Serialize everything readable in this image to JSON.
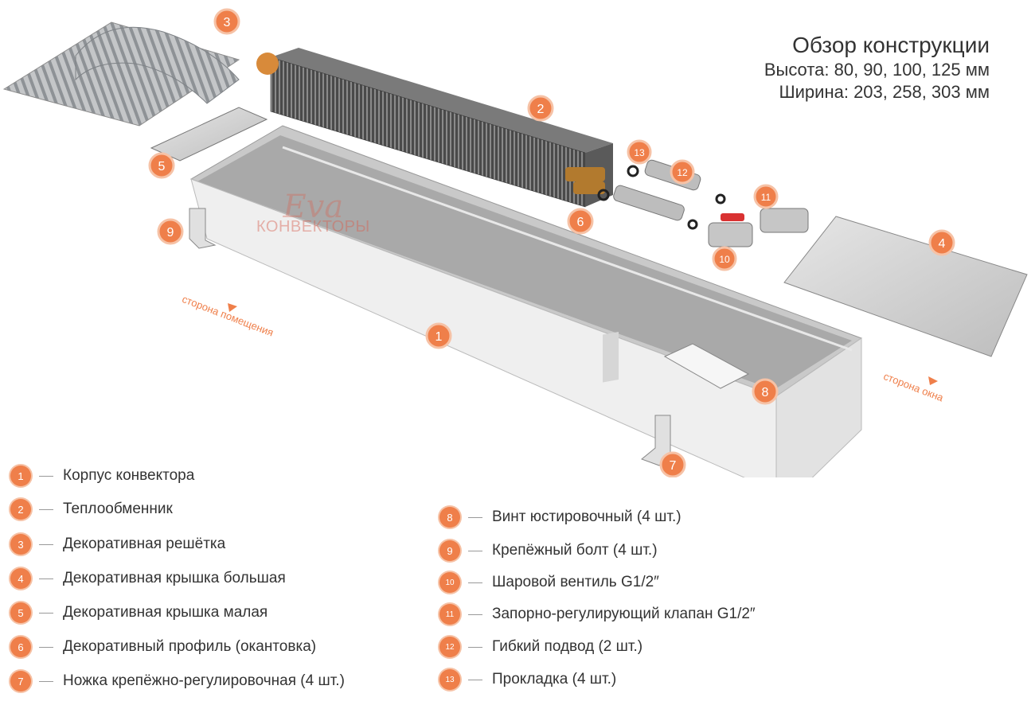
{
  "header": {
    "title": "Обзор конструкции",
    "height_line": "Высота: 80, 90, 100, 125 мм",
    "width_line": "Ширина: 203, 258, 303 мм"
  },
  "brand": {
    "logo_text": "Eva",
    "logo_sub": "КОНВЕКТОРЫ"
  },
  "side_labels": {
    "room": "сторона помещения",
    "window": "сторона окна"
  },
  "callouts": [
    "1",
    "2",
    "3",
    "4",
    "5",
    "6",
    "7",
    "8",
    "9",
    "10",
    "11",
    "12",
    "13"
  ],
  "legend_left": [
    {
      "num": "1",
      "text": "Корпус конвектора"
    },
    {
      "num": "2",
      "text": "Теплообменник"
    },
    {
      "num": "3",
      "text": "Декоративная решётка"
    },
    {
      "num": "4",
      "text": "Декоративная крышка большая"
    },
    {
      "num": "5",
      "text": "Декоративная крышка малая"
    },
    {
      "num": "6",
      "text": "Декоративный профиль (окантовка)"
    },
    {
      "num": "7",
      "text": "Ножка крепёжно-регулировочная (4 шт.)"
    }
  ],
  "legend_right": [
    {
      "num": "8",
      "text": "Винт юстировочный (4 шт.)"
    },
    {
      "num": "9",
      "text": "Крепёжный болт (4 шт.)"
    },
    {
      "num": "10",
      "text": "Шаровой вентиль G1/2″"
    },
    {
      "num": "11",
      "text": "Запорно-регулирующий клапан G1/2″"
    },
    {
      "num": "12",
      "text": "Гибкий подвод (2 шт.)"
    },
    {
      "num": "13",
      "text": "Прокладка (4 шт.)"
    }
  ],
  "colors": {
    "accent": "#ef7f4a",
    "metal": "#d9d9d9",
    "dark_metal": "#555555"
  }
}
